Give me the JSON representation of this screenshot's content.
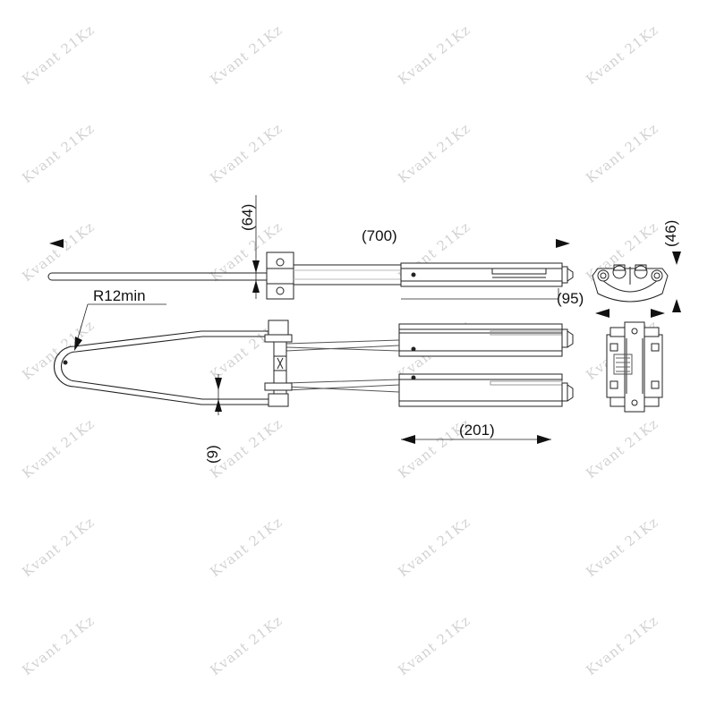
{
  "watermark": {
    "text": "Kvant 21Kz",
    "color": "#d2d2d2"
  },
  "dimensions": {
    "length_overall": "(700)",
    "bracket_offset": "(64)",
    "body_length": "(95)",
    "end_width": "(46)",
    "clamp_length": "(201)",
    "thickness": "(9)",
    "bend_radius": "R12min"
  },
  "colors": {
    "line": "#222222",
    "fill": "#ffffff",
    "shade": "#bbbbbb"
  }
}
